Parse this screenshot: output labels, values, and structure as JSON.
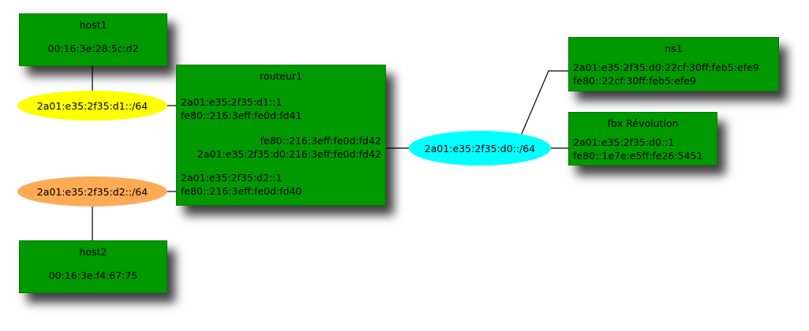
{
  "nodes": {
    "host1": {
      "title": "host1",
      "lines": [
        "00:16:3e:28:5c:d2"
      ]
    },
    "host2": {
      "title": "host2",
      "lines": [
        "00:16:3e:f4:67:75"
      ]
    },
    "routeur1": {
      "title": "routeur1",
      "lines": [
        "2a01:e35:2f35:d1::1",
        "fe80::216:3eff:fe0d:fd41",
        "fe80::216:3eff:fe0d:fd42",
        "2a01:e35:2f35:d0:216:3eff:fe0d:fd42",
        "2a01:e35:2f35:d2::1",
        "fe80::216:3eff:fe0d:fd40"
      ]
    },
    "ns1": {
      "title": "ns1",
      "lines": [
        "2a01:e35:2f35:d0:22cf:30ff:feb5:efe9",
        "fe80::22cf:30ff:feb5:efe9"
      ]
    },
    "fbx": {
      "title": "fbx Révolution",
      "lines": [
        "2a01:e35:2f35:d0::1",
        "fe80::1e7e:e5ff:fe26:5451"
      ]
    }
  },
  "networks": {
    "d1": {
      "label": "2a01:e35:2f35:d1::/64",
      "color": "#ffff00"
    },
    "d2": {
      "label": "2a01:e35:2f35:d2::/64",
      "color": "#ffaa55"
    },
    "d0": {
      "label": "2a01:e35:2f35:d0::/64",
      "color": "#00ffff"
    }
  }
}
